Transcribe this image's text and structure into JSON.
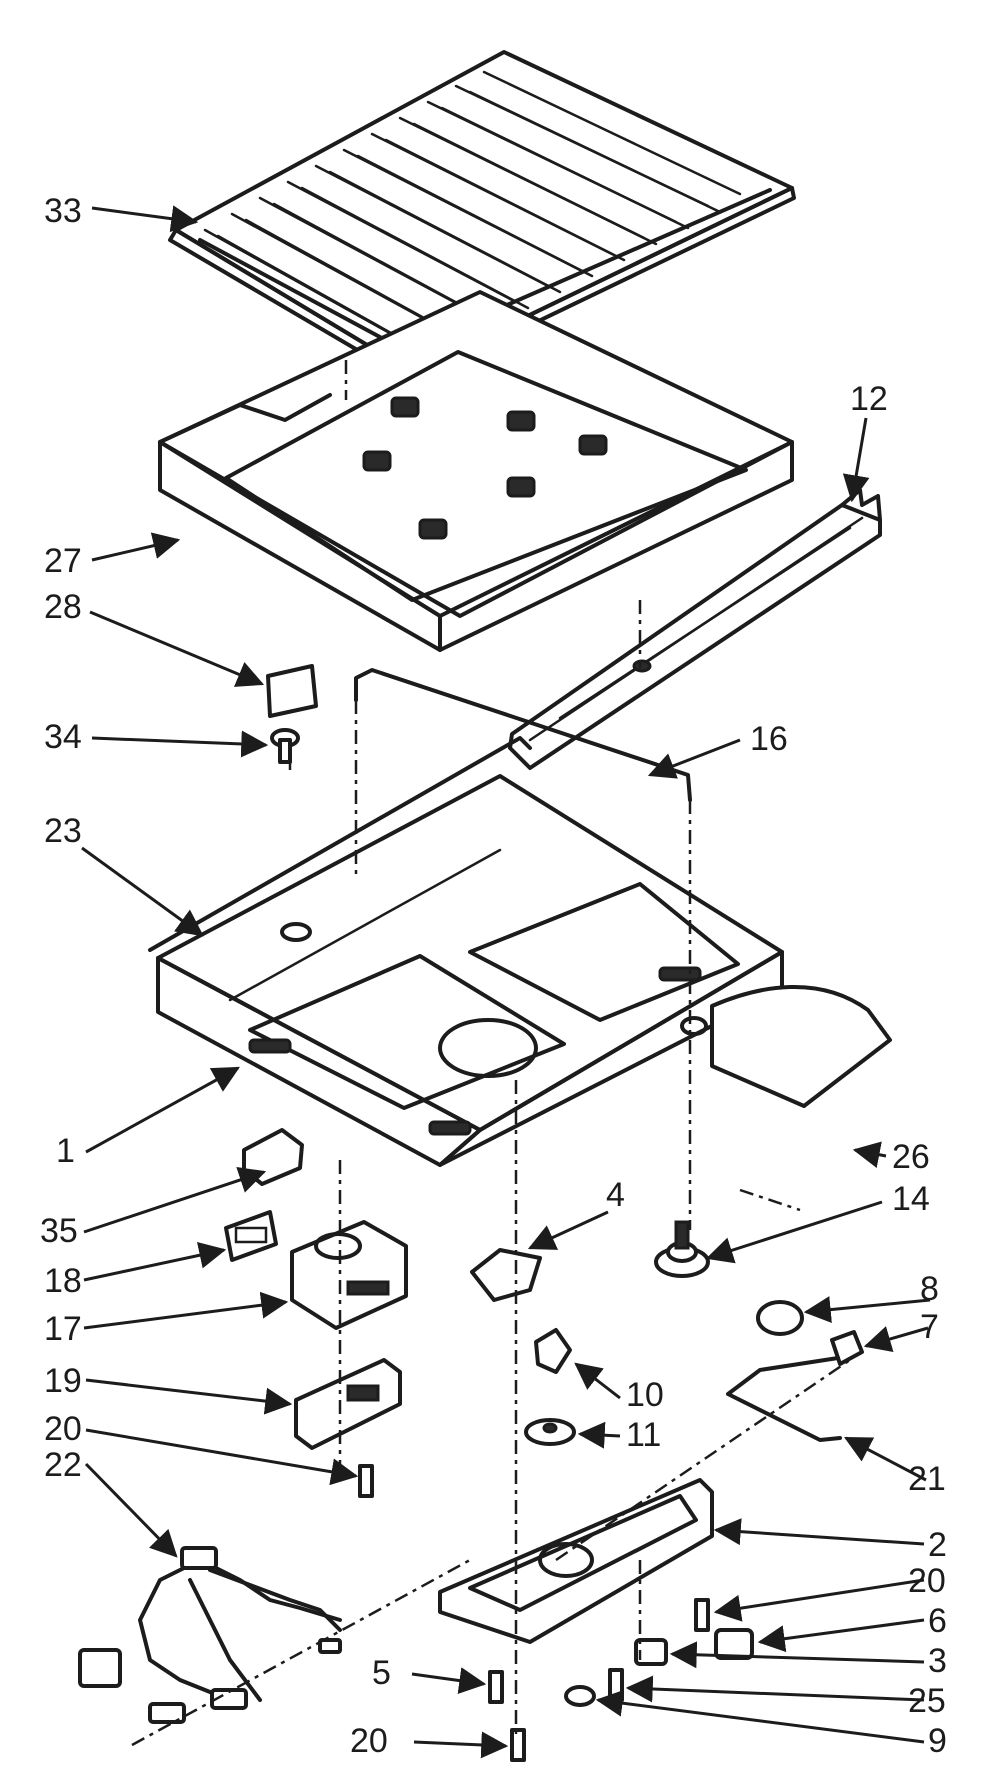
{
  "callouts": [
    {
      "id": "33",
      "label": "33"
    },
    {
      "id": "12",
      "label": "12"
    },
    {
      "id": "27",
      "label": "27"
    },
    {
      "id": "28",
      "label": "28"
    },
    {
      "id": "34",
      "label": "34"
    },
    {
      "id": "16",
      "label": "16"
    },
    {
      "id": "23",
      "label": "23"
    },
    {
      "id": "1",
      "label": "1"
    },
    {
      "id": "26",
      "label": "26"
    },
    {
      "id": "35",
      "label": "35"
    },
    {
      "id": "14",
      "label": "14"
    },
    {
      "id": "4",
      "label": "4"
    },
    {
      "id": "18",
      "label": "18"
    },
    {
      "id": "17",
      "label": "17"
    },
    {
      "id": "8",
      "label": "8"
    },
    {
      "id": "7",
      "label": "7"
    },
    {
      "id": "10",
      "label": "10"
    },
    {
      "id": "19",
      "label": "19"
    },
    {
      "id": "11",
      "label": "11"
    },
    {
      "id": "20a",
      "label": "20"
    },
    {
      "id": "21",
      "label": "21"
    },
    {
      "id": "22",
      "label": "22"
    },
    {
      "id": "2",
      "label": "2"
    },
    {
      "id": "20b",
      "label": "20"
    },
    {
      "id": "6",
      "label": "6"
    },
    {
      "id": "3",
      "label": "3"
    },
    {
      "id": "5",
      "label": "5"
    },
    {
      "id": "25",
      "label": "25"
    },
    {
      "id": "20c",
      "label": "20"
    },
    {
      "id": "9",
      "label": "9"
    }
  ]
}
